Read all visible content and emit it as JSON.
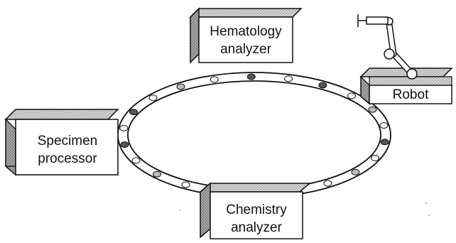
{
  "boxes": {
    "hematology": {
      "line1": "Hematology",
      "line2": "analyzer"
    },
    "specimen": {
      "line1": "Specimen",
      "line2": "processor"
    },
    "chemistry": {
      "line1": "Chemistry",
      "line2": "analyzer"
    },
    "robot": {
      "label": "Robot"
    }
  },
  "colors": {
    "stroke": "#111111",
    "box_face": "#ffffff",
    "box_shade_light": "#c8c8c8",
    "box_shade_dark": "#8a8a8a",
    "track_fill": "#ffffff",
    "carrier_dark": "#555555",
    "carrier_light": "#ffffff",
    "carrier_gray": "#bdbdbd"
  }
}
